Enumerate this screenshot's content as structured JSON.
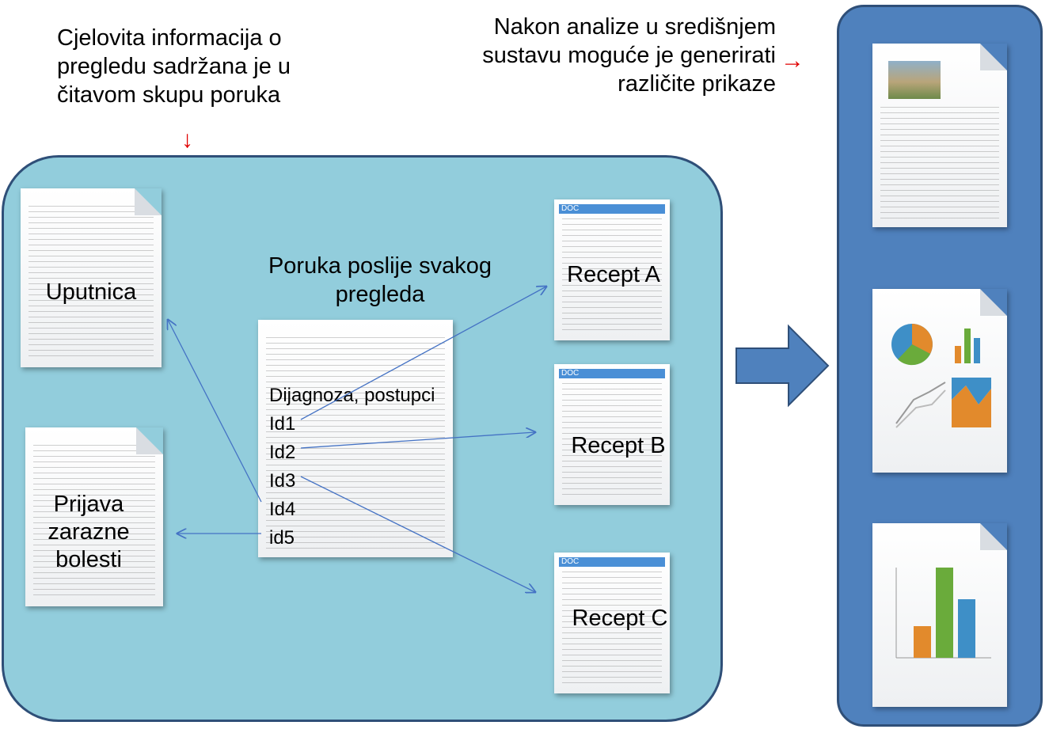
{
  "captions": {
    "left": "Cjelovita informacija o pregledu sadržana je u čitavom skupu poruka",
    "right": "Nakon analize u središnjem sustavu moguće je generirati različite prikaze"
  },
  "message": {
    "title": "Poruka poslije svakog pregleda",
    "lines": [
      "Dijagnoza, postupci",
      "Id1",
      "Id2",
      "Id3",
      "Id4",
      "id5"
    ]
  },
  "documents": {
    "left": [
      "Uputnica",
      "Prijava zarazne bolesti"
    ],
    "right": [
      "Recept A",
      "Recept B",
      "Recept C"
    ],
    "doc_badge": "DOC"
  },
  "colors": {
    "panel": "#92cddc",
    "right_panel": "#4f81bd",
    "arrow": "#4f81bd",
    "connector": "#4472c4",
    "caption_arrow": "#e00000"
  }
}
